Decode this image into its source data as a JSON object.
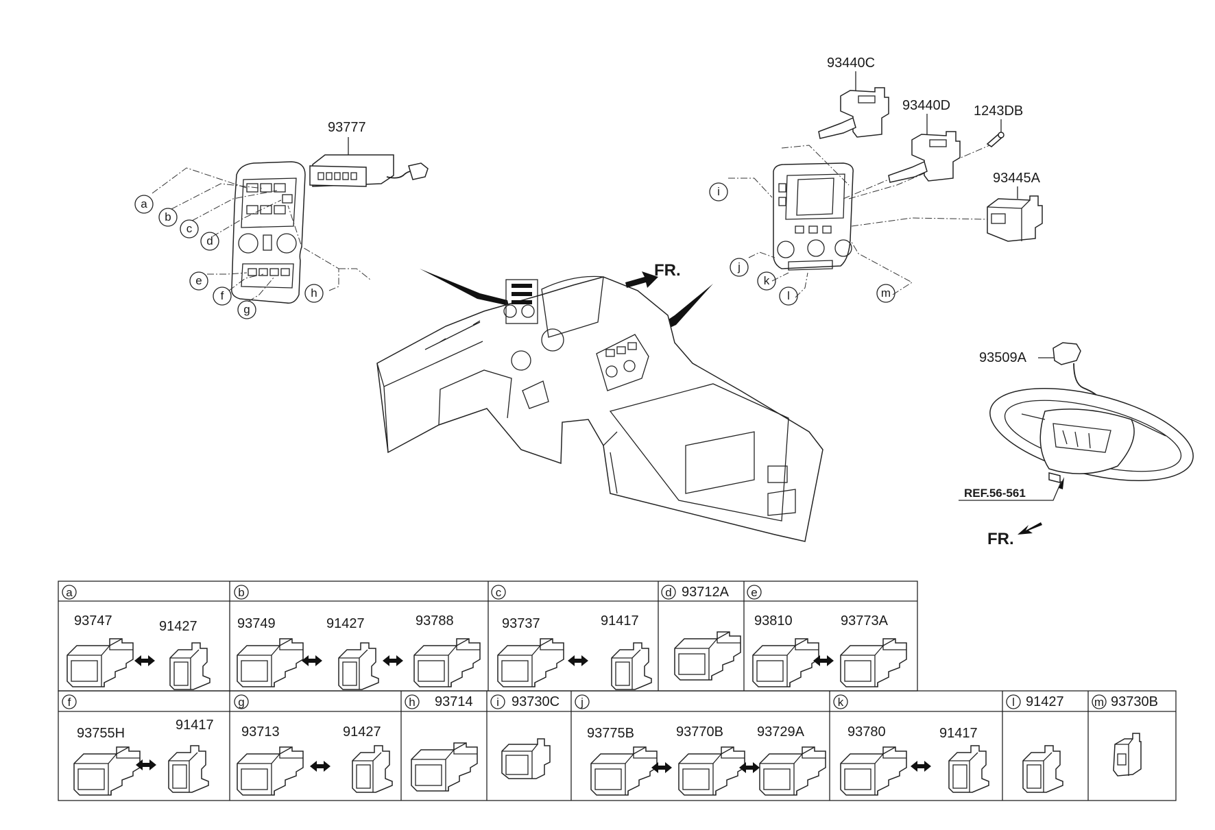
{
  "diagram": {
    "front_label_main": "FR.",
    "front_label_wheel": "FR.",
    "reference": "REF.56-561",
    "parts": {
      "p93777": "93777",
      "p93440C": "93440C",
      "p93440D": "93440D",
      "p1243DB": "1243DB",
      "p93445A": "93445A",
      "p93509A": "93509A"
    },
    "callouts_left": [
      "a",
      "b",
      "c",
      "d",
      "e",
      "f",
      "g",
      "h"
    ],
    "callouts_right": [
      "i",
      "j",
      "k",
      "l",
      "m"
    ]
  },
  "table": {
    "rows": [
      [
        {
          "letter": "a",
          "part": "",
          "items": [
            "93747",
            "91427"
          ]
        },
        {
          "letter": "b",
          "part": "",
          "items": [
            "93749",
            "91427",
            "93788"
          ]
        },
        {
          "letter": "c",
          "part": "",
          "items": [
            "93737",
            "91417"
          ]
        },
        {
          "letter": "d",
          "part": "93712A",
          "items": []
        },
        {
          "letter": "e",
          "part": "",
          "items": [
            "93810",
            "93773A"
          ]
        }
      ],
      [
        {
          "letter": "f",
          "part": "",
          "items": [
            "93755H",
            "91417"
          ]
        },
        {
          "letter": "g",
          "part": "",
          "items": [
            "93713",
            "91427"
          ]
        },
        {
          "letter": "h",
          "part": "93714",
          "items": []
        },
        {
          "letter": "i",
          "part": "93730C",
          "items": []
        },
        {
          "letter": "j",
          "part": "",
          "items": [
            "93775B",
            "93770B",
            "93729A"
          ]
        },
        {
          "letter": "k",
          "part": "",
          "items": [
            "93780",
            "91417"
          ]
        },
        {
          "letter": "l",
          "part": "91427",
          "items": []
        },
        {
          "letter": "m",
          "part": "93730B",
          "items": []
        }
      ]
    ]
  }
}
